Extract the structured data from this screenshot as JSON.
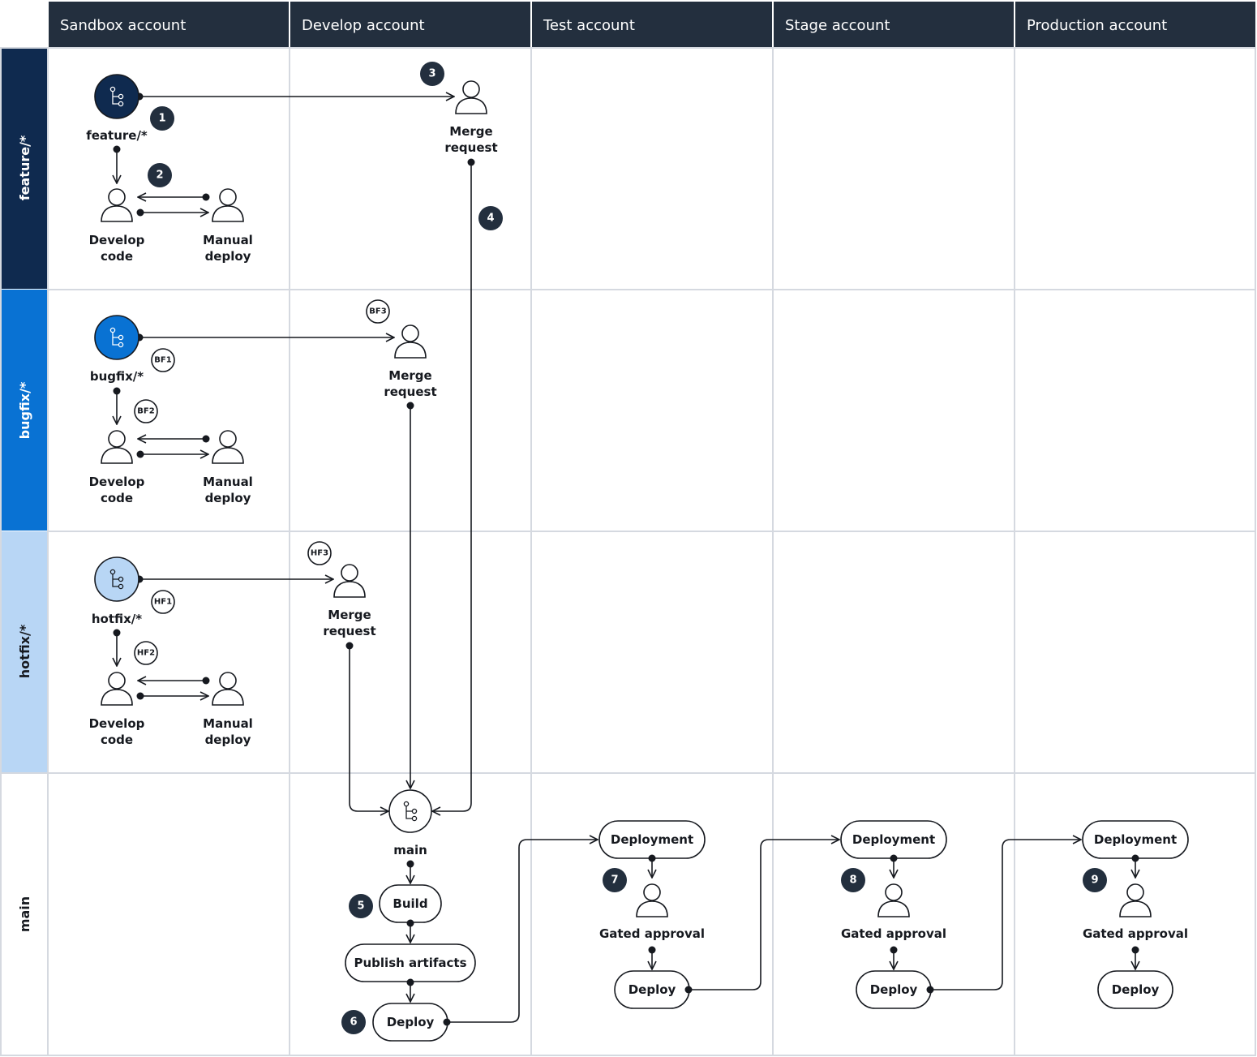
{
  "columns": [
    "Sandbox account",
    "Develop account",
    "Test account",
    "Stage account",
    "Production account"
  ],
  "lanes": [
    {
      "label": "feature/*",
      "color": "#0f2a4f",
      "text_color": "#ffffff"
    },
    {
      "label": "bugfix/*",
      "color": "#0972d3",
      "text_color": "#ffffff"
    },
    {
      "label": "hotfix/*",
      "color": "#b8d6f5",
      "text_color": "#16191f"
    },
    {
      "label": "main",
      "color": "#ffffff",
      "text_color": "#16191f"
    }
  ],
  "colors": {
    "header": "#232f3e",
    "ink": "#16191f",
    "grid": "#d5d9e0"
  },
  "branches": [
    {
      "label": "feature/*",
      "fill": "#0f2a4f"
    },
    {
      "label": "bugfix/*",
      "fill": "#0972d3"
    },
    {
      "label": "hotfix/*",
      "fill": "#b8d6f5"
    },
    {
      "label": "main",
      "fill": "#ffffff"
    }
  ],
  "labels": {
    "develop": [
      "Develop",
      "code"
    ],
    "manual": [
      "Manual",
      "deploy"
    ],
    "merge": [
      "Merge",
      "request"
    ],
    "build": "Build",
    "publish": "Publish artifacts",
    "deploy": "Deploy",
    "deployment": "Deployment",
    "gated": "Gated approval"
  },
  "steps": [
    "1",
    "2",
    "3",
    "4",
    "5",
    "6",
    "7",
    "8",
    "9"
  ],
  "codes": [
    "BF1",
    "BF2",
    "BF3",
    "HF1",
    "HF2",
    "HF3"
  ]
}
